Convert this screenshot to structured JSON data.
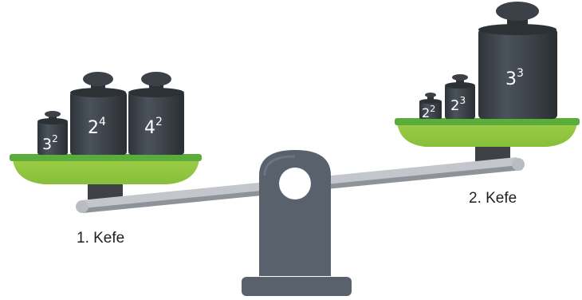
{
  "colors": {
    "beam": "#b9bcc0",
    "beam_edge": "#8e9399",
    "fulcrum": "#59616d",
    "fulcrum_base": "#59616d",
    "pan_top": "#5aad3b",
    "pan_bottom": "#8fc63f",
    "post": "#3e4146",
    "weight_body": "#3c4147",
    "weight_dark": "#2c3136",
    "weight_highlight": "#56606a",
    "label_text": "#ffffff"
  },
  "pans": {
    "left": {
      "label": "1. Kefe"
    },
    "right": {
      "label": "2. Kefe"
    }
  },
  "weights": {
    "left": [
      {
        "base": "3",
        "exp": "2"
      },
      {
        "base": "2",
        "exp": "4"
      },
      {
        "base": "4",
        "exp": "2"
      }
    ],
    "right": [
      {
        "base": "2",
        "exp": "2"
      },
      {
        "base": "2",
        "exp": "3"
      },
      {
        "base": "3",
        "exp": "3"
      }
    ]
  }
}
